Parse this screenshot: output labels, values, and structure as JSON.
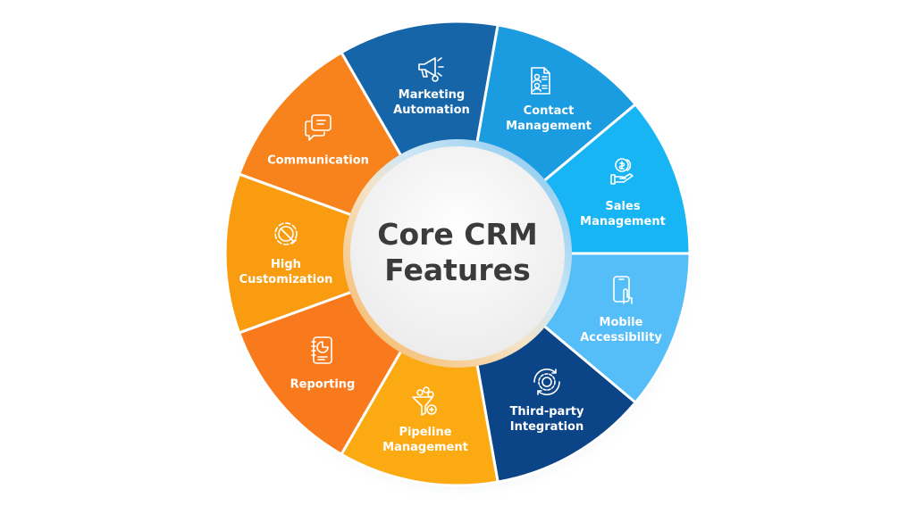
{
  "title": {
    "line1": "Core CRM",
    "line2": "Features"
  },
  "segments": [
    {
      "lines": [
        "Marketing",
        "Automation"
      ],
      "icon": "megaphone-icon",
      "color": "#1565a8"
    },
    {
      "lines": [
        "Contact",
        "Management"
      ],
      "icon": "contact-list-icon",
      "color": "#1c9ce0"
    },
    {
      "lines": [
        "Sales",
        "Management"
      ],
      "icon": "coin-hand-icon",
      "color": "#18b5f4"
    },
    {
      "lines": [
        "Mobile",
        "Accessibility"
      ],
      "icon": "mobile-touch-icon",
      "color": "#55bdf7"
    },
    {
      "lines": [
        "Third-party",
        "Integration"
      ],
      "icon": "sync-gear-icon",
      "color": "#0c4587"
    },
    {
      "lines": [
        "Pipeline",
        "Management"
      ],
      "icon": "funnel-icon",
      "color": "#fbaa12"
    },
    {
      "lines": [
        "Reporting"
      ],
      "icon": "report-icon",
      "color": "#f97a1c"
    },
    {
      "lines": [
        "High",
        "Customization"
      ],
      "icon": "gear-wrench-icon",
      "color": "#fa9c10"
    },
    {
      "lines": [
        "Communication"
      ],
      "icon": "chat-icon",
      "color": "#f8831c"
    }
  ]
}
